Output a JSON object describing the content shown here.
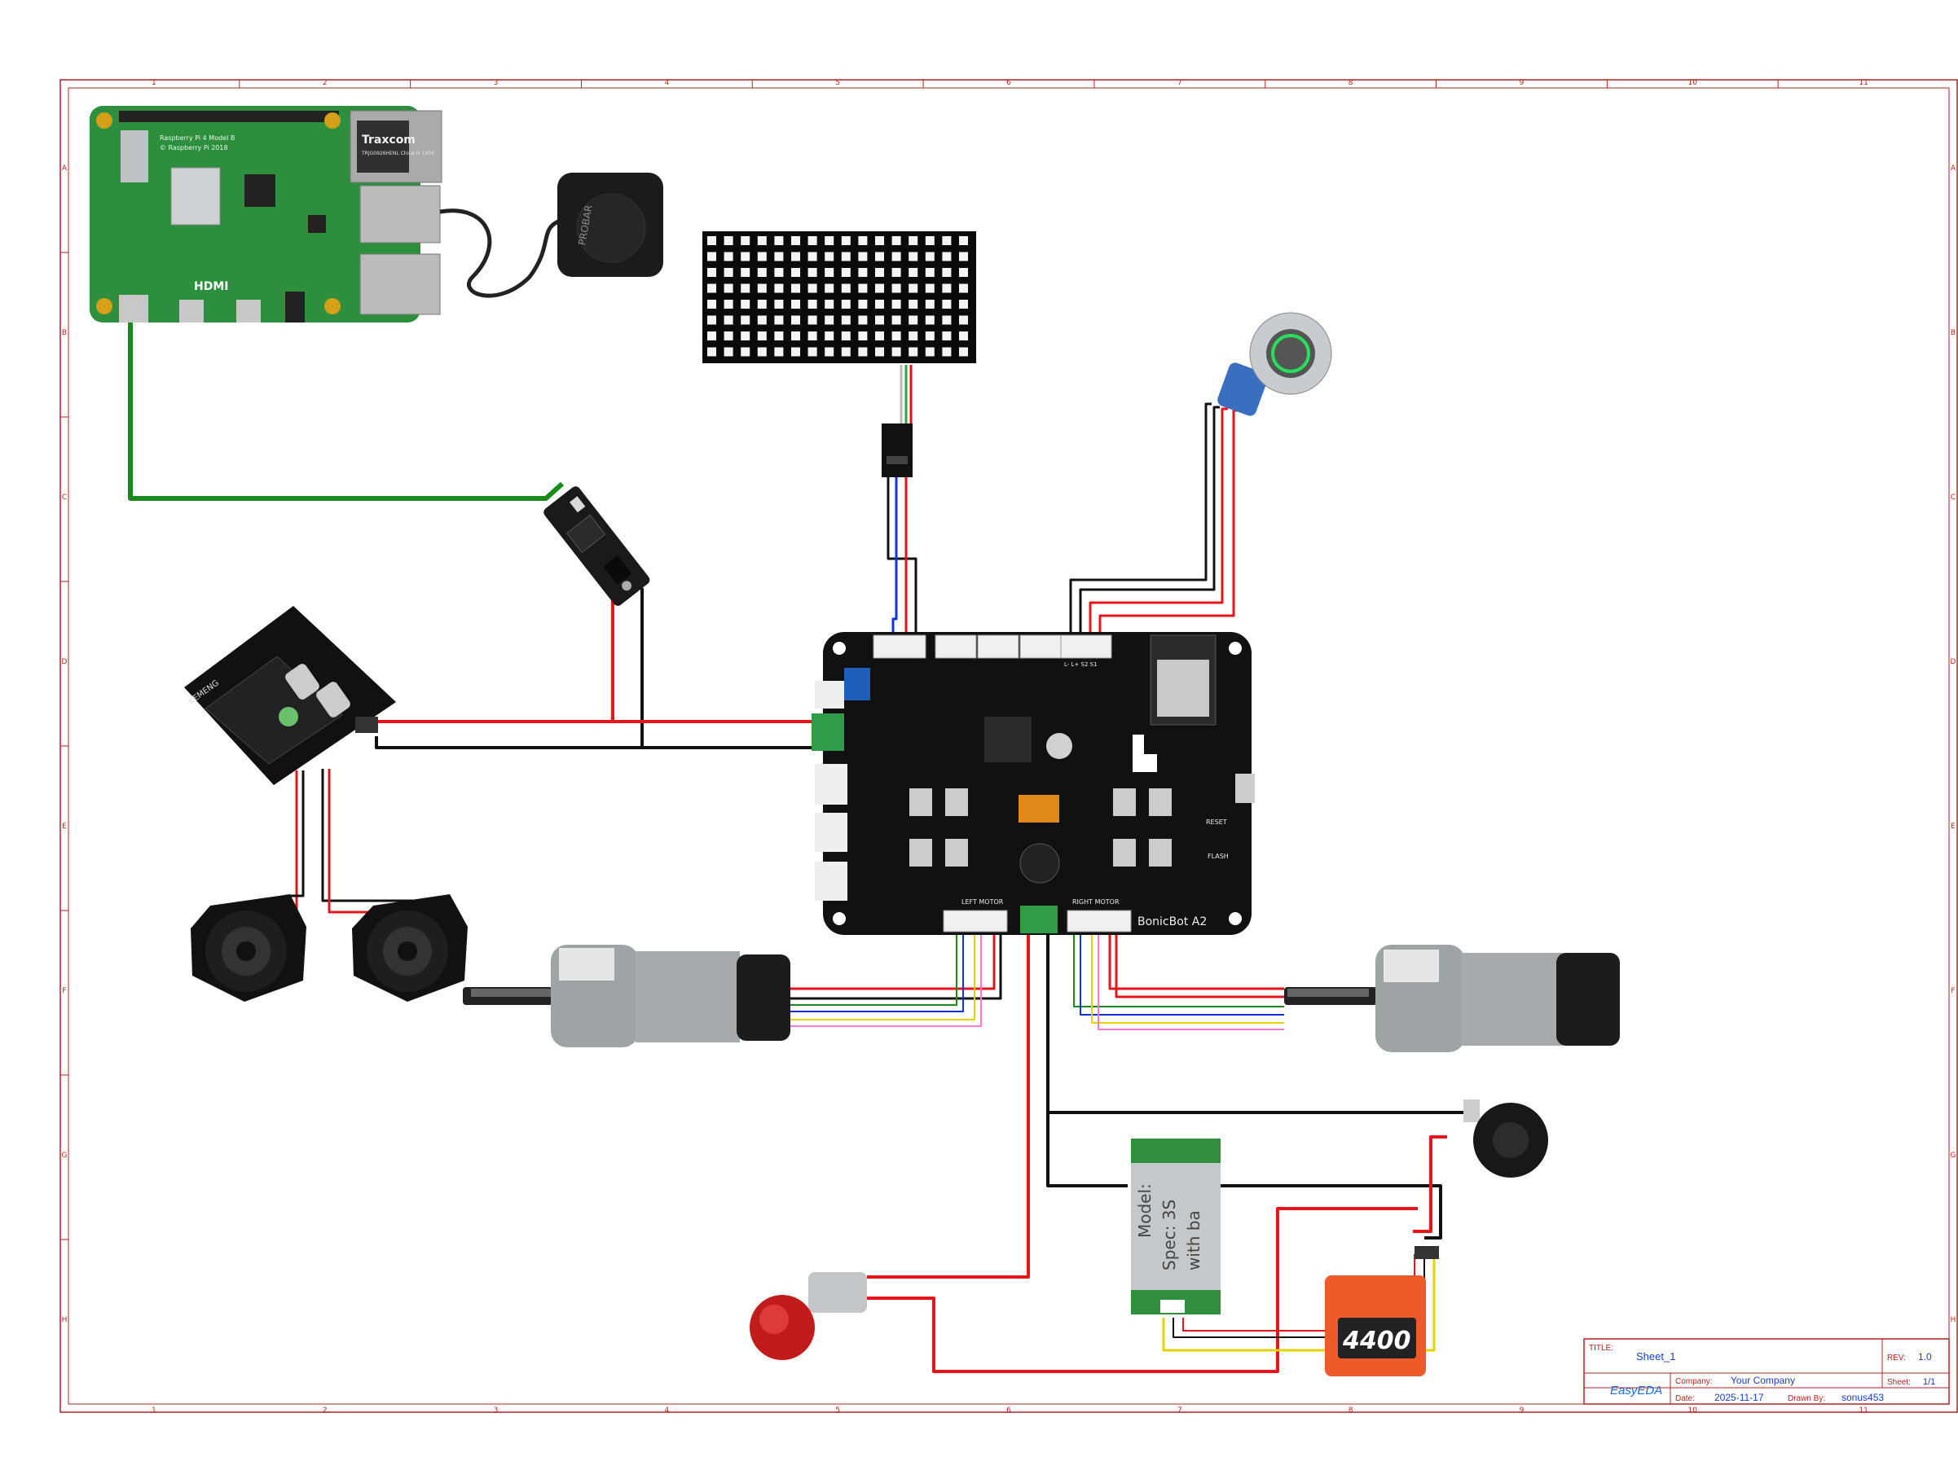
{
  "border": {
    "color": "#b22222",
    "columns": [
      "1",
      "2",
      "3",
      "4",
      "5",
      "6",
      "7",
      "8",
      "9",
      "10",
      "11"
    ],
    "rows": [
      "A",
      "B",
      "C",
      "D",
      "E",
      "F",
      "G",
      "H"
    ]
  },
  "raspberry_pi": {
    "brand_text": "Raspberry Pi 4 Model B",
    "copyright": "© Raspberry Pi 2018",
    "eth_label": "Traxcom",
    "eth_sub": "TRJG0926HENL China M 1904",
    "hdmi": "HDMI"
  },
  "mic": {
    "label": "PROBAR"
  },
  "led_matrix": {},
  "buck_converter": {},
  "amplifier": {
    "label": "KEMENG"
  },
  "main_board": {
    "name": "BonicBot A2",
    "left_motor_label": "LEFT MOTOR",
    "right_motor_label": "RIGHT MOTOR",
    "reset_label": "RESET",
    "flash_label": "FLASH",
    "sw_label": "L- L+ S2 S1"
  },
  "bms": {
    "text_lines": [
      "Model:",
      "Spec: 3S",
      "with ba"
    ]
  },
  "battery": {
    "label": "4400"
  },
  "wire_colors": {
    "red": "#e8141c",
    "black": "#111111",
    "green": "#1a8a1a",
    "blue": "#1133dd",
    "yellow": "#e6d200",
    "orange": "#ff8c1a",
    "pink": "#ff77cc",
    "violet": "#b98cff"
  },
  "title_block": {
    "title_label": "TITLE:",
    "title_value": "Sheet_1",
    "rev_label": "REV:",
    "rev_value": "1.0",
    "company_label": "Company:",
    "company_value": "Your Company",
    "sheet_label": "Sheet:",
    "sheet_value": "1/1",
    "logo": "EasyEDA",
    "date_label": "Date:",
    "date_value": "2025-11-17",
    "drawn_label": "Drawn By:",
    "drawn_value": "sonus453"
  }
}
